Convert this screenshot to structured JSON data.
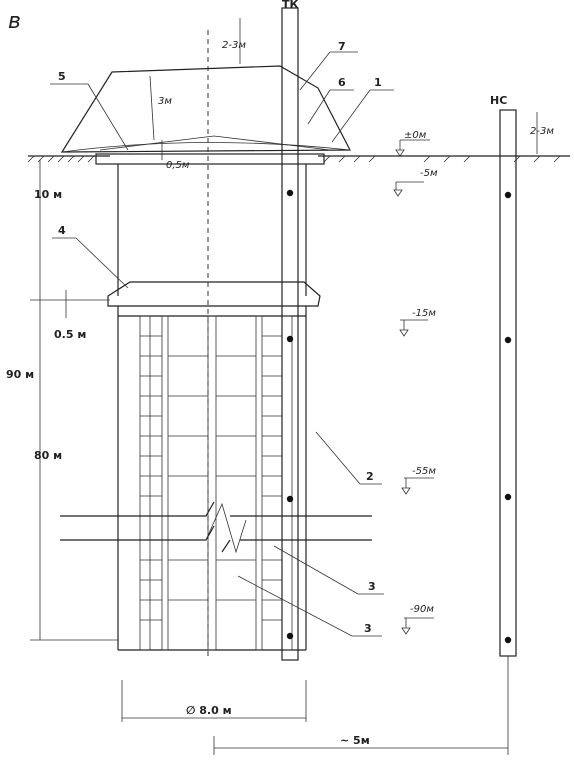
{
  "panel_letter": "в",
  "wells": {
    "tk_label": "ТК",
    "nc_label": "НС"
  },
  "callouts": [
    "1",
    "2",
    "3",
    "3",
    "4",
    "5",
    "6",
    "7"
  ],
  "dimensions": {
    "mound_height": "3м",
    "mound_base": "0,5м",
    "over_mound": "2-3м",
    "nc_top": "2-3м",
    "upper_zone": "10 м",
    "liner_offset": "0.5 м",
    "total_depth": "90 м",
    "lower_zone": "80 м",
    "diameter": "∅ 8.0 м",
    "spacing": "~ 5м"
  },
  "levels": [
    "±0м",
    "-5м",
    "-15м",
    "-55м",
    "-90м"
  ]
}
